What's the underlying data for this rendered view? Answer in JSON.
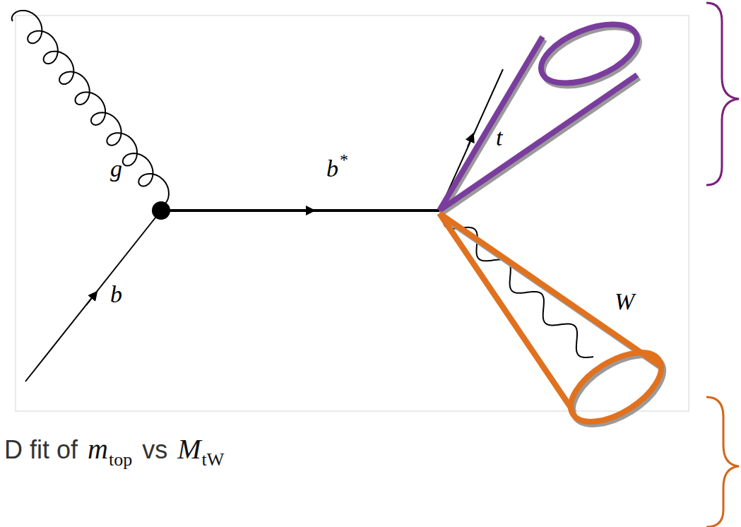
{
  "diagram": {
    "labels": [
      "g",
      "b",
      "b",
      "*",
      "t",
      "W",
      "D fit of",
      "m",
      "top",
      "vs",
      "M",
      "tW"
    ]
  }
}
